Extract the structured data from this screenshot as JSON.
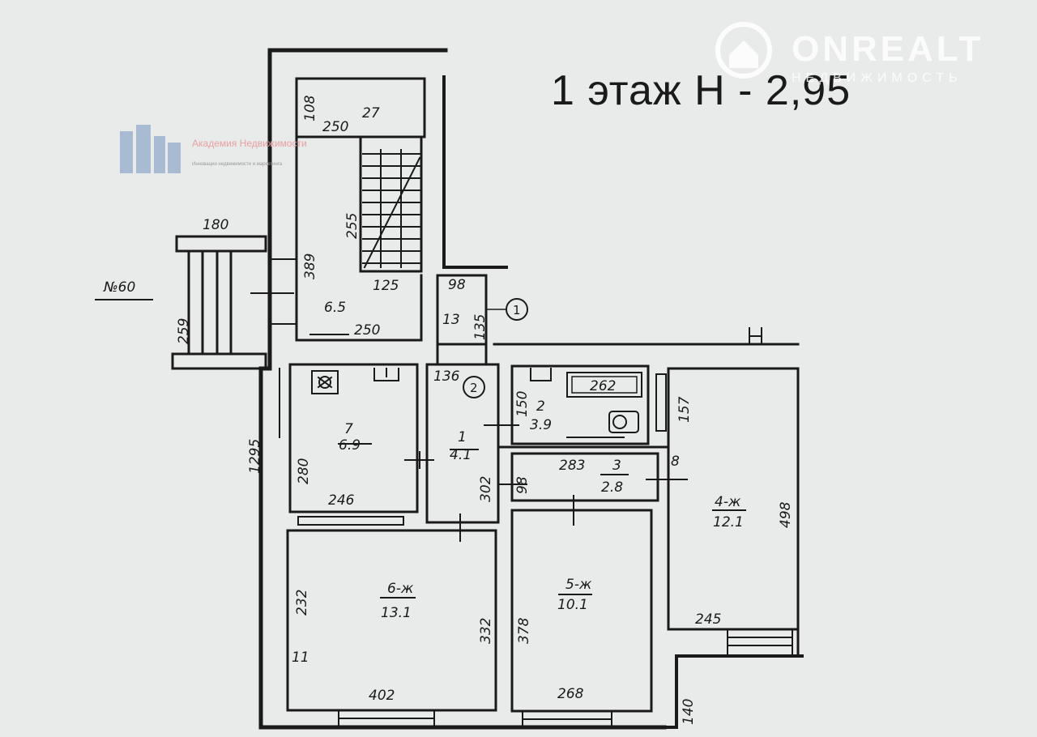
{
  "title": "1 этаж Н - 2,95",
  "watermarks": {
    "onrealt_brand": "ONREALT",
    "onrealt_sub": "НЕДВИЖИМОСТЬ",
    "academy_name": "Академия Недвижимости",
    "academy_tagline": "Инновации недвижимости и маркетинга"
  },
  "mark_n60": "№60",
  "rooms": [
    {
      "id": "27",
      "dims": [
        "250",
        "108"
      ]
    },
    {
      "id": "6.5",
      "dims": [
        "255",
        "125",
        "250",
        "389"
      ]
    },
    {
      "id": "13",
      "dims": [
        "98",
        "135"
      ]
    },
    {
      "id": "7",
      "area": "6.9",
      "dims": [
        "246",
        "280"
      ]
    },
    {
      "id": "1",
      "area": "4.1",
      "dims": [
        "136",
        "302"
      ]
    },
    {
      "id": "2",
      "area": "3.9",
      "dims": [
        "150",
        "262"
      ]
    },
    {
      "id": "3",
      "area": "2.8",
      "dims": [
        "283",
        "98"
      ]
    },
    {
      "id": "4-ж",
      "area": "12.1",
      "dims": [
        "157",
        "498",
        "245",
        "8"
      ]
    },
    {
      "id": "6-ж",
      "area": "13.1",
      "dims": [
        "232",
        "332",
        "402",
        "11"
      ]
    },
    {
      "id": "5-ж",
      "area": "10.1",
      "dims": [
        "378",
        "268"
      ]
    }
  ],
  "external_dims": [
    "180",
    "259",
    "1295",
    "140"
  ],
  "circle_markers": [
    "1",
    "2"
  ],
  "colors": {
    "ink": "#1a1a1a",
    "paper": "#e9eaea"
  }
}
